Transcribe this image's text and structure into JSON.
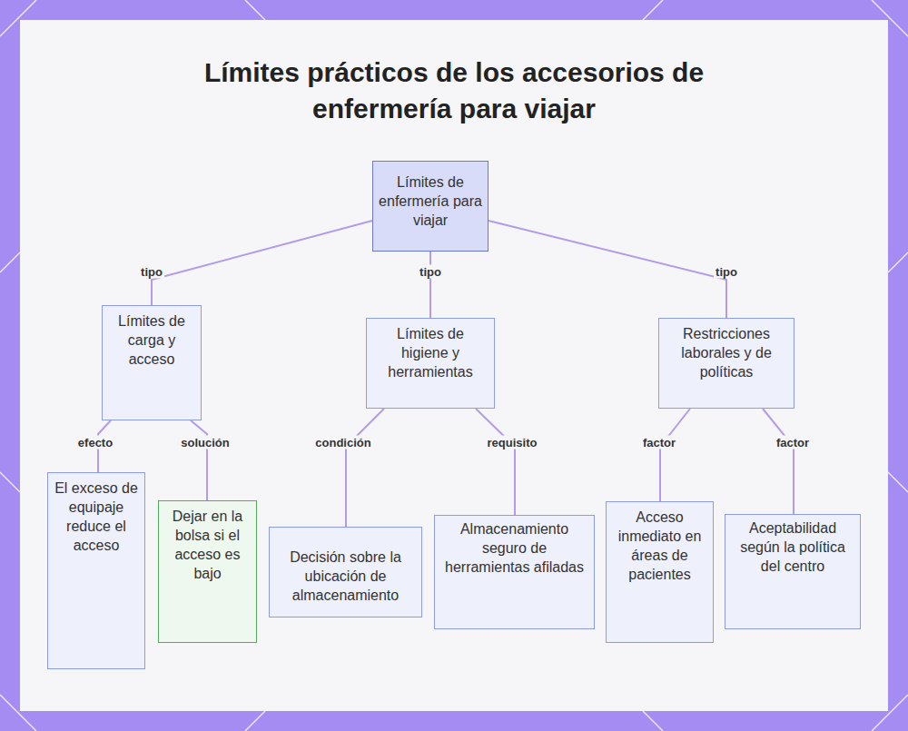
{
  "diagram": {
    "title": "Límites prácticos de los accesorios de enfermería para viajar",
    "nodes": [
      {
        "text": [
          "Límites de enfermería para viajar"
        ]
      },
      {
        "text": [
          "Límites de carga y acceso"
        ]
      },
      {
        "text": [
          "Límites de higiene y herramientas"
        ]
      },
      {
        "text": [
          "Restricciones laborales y de políticas"
        ]
      },
      {
        "text": [
          "El exceso de equipaje reduce el acceso"
        ]
      },
      {
        "text": [
          "Dejar en la bolsa si el acceso es bajo"
        ]
      },
      {
        "text": [
          "Decisión sobre la ubicación de almacenamiento"
        ]
      },
      {
        "text": [
          "Almacenamiento seguro de herramientas afiladas"
        ]
      },
      {
        "text": [
          "Acceso inmediato en áreas de pacientes"
        ]
      },
      {
        "text": [
          "Aceptabilidad según la política del centro"
        ]
      }
    ],
    "edges": [
      {
        "from": 0,
        "to": 1,
        "label": "tipo",
        "arrow": "none"
      },
      {
        "from": 0,
        "to": 2,
        "label": "tipo",
        "arrow": "none"
      },
      {
        "from": 0,
        "to": 3,
        "label": "tipo",
        "arrow": "none"
      },
      {
        "from": 1,
        "to": 4,
        "label": "efecto",
        "arrow": "none"
      },
      {
        "from": 1,
        "to": 5,
        "label": "solución",
        "arrow": "none"
      },
      {
        "from": 2,
        "to": 6,
        "label": "condición",
        "arrow": "none"
      },
      {
        "from": 2,
        "to": 7,
        "label": "requisito",
        "arrow": "none"
      },
      {
        "from": 3,
        "to": 8,
        "label": "factor",
        "arrow": "none"
      },
      {
        "from": 3,
        "to": 9,
        "label": "factor",
        "arrow": "none"
      }
    ]
  }
}
